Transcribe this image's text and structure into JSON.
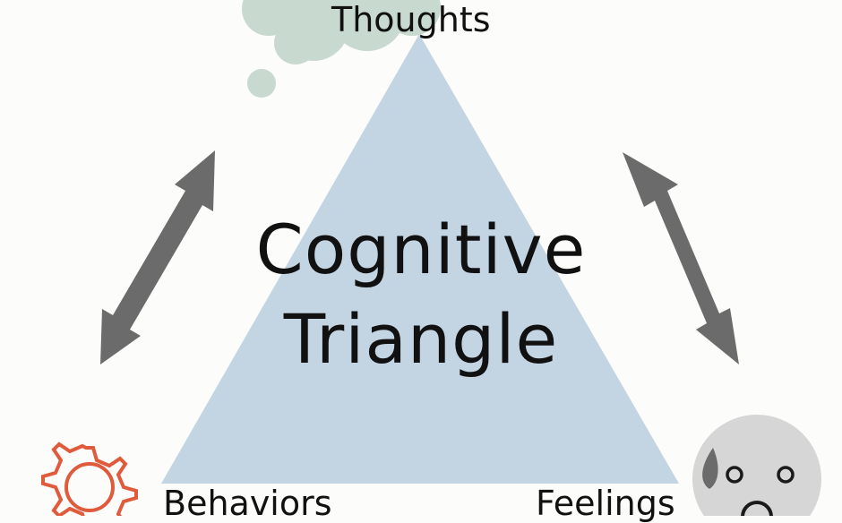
{
  "diagram": {
    "title_line_1": "Cognitive",
    "title_line_2": "Triangle",
    "nodes": {
      "thoughts": "Thoughts",
      "behaviors": "Behaviors",
      "feelings": "Feelings"
    }
  },
  "colors": {
    "background": "#fcfcfa",
    "triangle": "#c3d4e3",
    "cloud": "#c8d9cf",
    "arrow": "#6b6b6b",
    "gear": "#e05a3c",
    "face": "#d6d6d6",
    "tear": "#6b6b6b",
    "text": "#111111"
  },
  "icons": {
    "thoughts": "thought-cloud-icon",
    "behaviors": "gear-icon",
    "feelings": "sad-face-icon"
  }
}
